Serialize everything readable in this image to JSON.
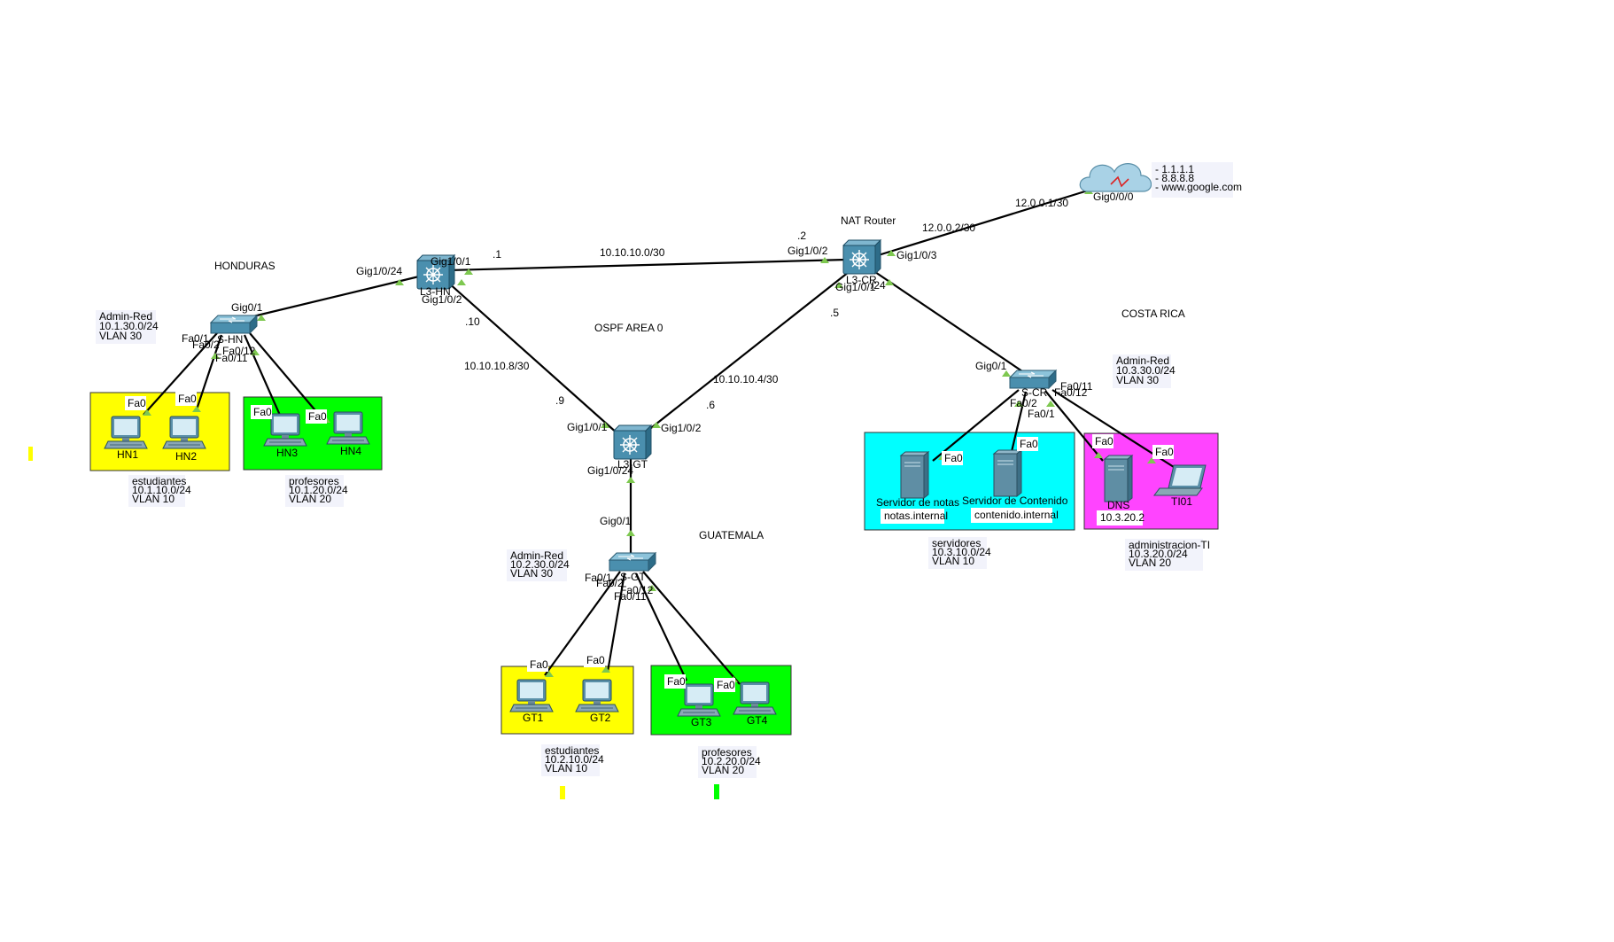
{
  "areas": {
    "honduras": "HONDURAS",
    "costa_rica": "COSTA RICA",
    "guatemala": "GUATEMALA",
    "ospf": "OSPF AREA 0"
  },
  "devices": {
    "l3_hn": "L3-HN",
    "l3_gt": "L3-GT",
    "l3_cr": "L3-CR",
    "nat_router": "NAT Router",
    "sw_hn": "S-HN",
    "sw_gt": "S-GT",
    "sw_cr": "S-CR",
    "hn1": "HN1",
    "hn2": "HN2",
    "hn3": "HN3",
    "hn4": "HN4",
    "gt1": "GT1",
    "gt2": "GT2",
    "gt3": "GT3",
    "gt4": "GT4",
    "srv_notas": "Servidor de notas",
    "srv_notas_host": "notas.internal",
    "srv_cont": "Servidor de Contenido",
    "srv_cont_host": "contenido.internal",
    "dns": "DNS",
    "dns_ip": "10.3.20.2",
    "ti01": "TI01"
  },
  "links": {
    "l3hn_cr_net": "10.10.10.0/30",
    "l3hn_cr_a": ".1",
    "l3hn_cr_b": ".2",
    "l3hn_gt_net": "10.10.10.8/30",
    "l3hn_gt_a": ".10",
    "l3hn_gt_b": ".9",
    "cr_gt_net": "10.10.10.4/30",
    "cr_gt_a": ".5",
    "cr_gt_b": ".6",
    "nat_isp_a": "12.0.0.2/30",
    "nat_isp_b": "12.0.0.1/30"
  },
  "ports": {
    "hn_gig1_0_1": "Gig1/0/1",
    "hn_gig1_0_2": "Gig1/0/2",
    "hn_gig1_0_24": "Gig1/0/24",
    "cr_gig1_0_2": "Gig1/0/2",
    "cr_gig1_0_1": "Gig1/0/1",
    "cr_gig1_0_24": "/24",
    "cr_gig1_0_3": "Gig1/0/3",
    "gt_gig1_0_1": "Gig1/0/1",
    "gt_gig1_0_2": "Gig1/0/2",
    "gt_gig1_0_24": "Gig1/0/24",
    "isp_gig0_0_0": "Gig0/0/0",
    "shn_gig0_1": "Gig0/1",
    "shn_fa0_1": "Fa0/1",
    "shn_fa0_2": "Fa0/2",
    "shn_fa0_11": "Fa0/11",
    "shn_fa0_12": "Fa0/12",
    "sgt_gig0_1": "Gig0/1",
    "sgt_fa0_1": "Fa0/1",
    "sgt_fa0_2": "Fa0/2",
    "sgt_fa0_11": "Fa0/11",
    "sgt_fa0_12": "Fa0/12",
    "scr_gig0_1": "Gig0/1",
    "scr_fa0_1": "Fa0/1",
    "scr_fa0_2": "Fa0/2",
    "scr_fa0_11": "Fa0/11",
    "scr_fa0_12": "Fa0/12",
    "fa0": "Fa0"
  },
  "notes": {
    "isp": [
      "- 1.1.1.1",
      "- 8.8.8.8",
      "- www.google.com"
    ],
    "hn_admin": [
      "Admin-Red",
      "10.1.30.0/24",
      "VLAN 30"
    ],
    "hn_est": [
      "estudiantes",
      "10.1.10.0/24",
      "VLAN 10"
    ],
    "hn_prof": [
      "profesores",
      "10.1.20.0/24",
      "VLAN 20"
    ],
    "gt_admin": [
      "Admin-Red",
      "10.2.30.0/24",
      "VLAN 30"
    ],
    "gt_est": [
      "estudiantes",
      "10.2.10.0/24",
      "VLAN 10"
    ],
    "gt_prof": [
      "profesores",
      "10.2.20.0/24",
      "VLAN 20"
    ],
    "cr_admin": [
      "Admin-Red",
      "10.3.30.0/24",
      "VLAN 30"
    ],
    "cr_srv": [
      "servidores",
      "10.3.10.0/24",
      "VLAN 10"
    ],
    "cr_ti": [
      "administracion-TI",
      "10.3.20.0/24",
      "VLAN 20"
    ]
  },
  "colors": {
    "yellow": "#ffff00",
    "green": "#00ff00",
    "cyan": "#00ffff",
    "magenta": "#ff44ff",
    "link": "#000000",
    "port_up": "#7ec850",
    "device": "#3f7f9a"
  }
}
